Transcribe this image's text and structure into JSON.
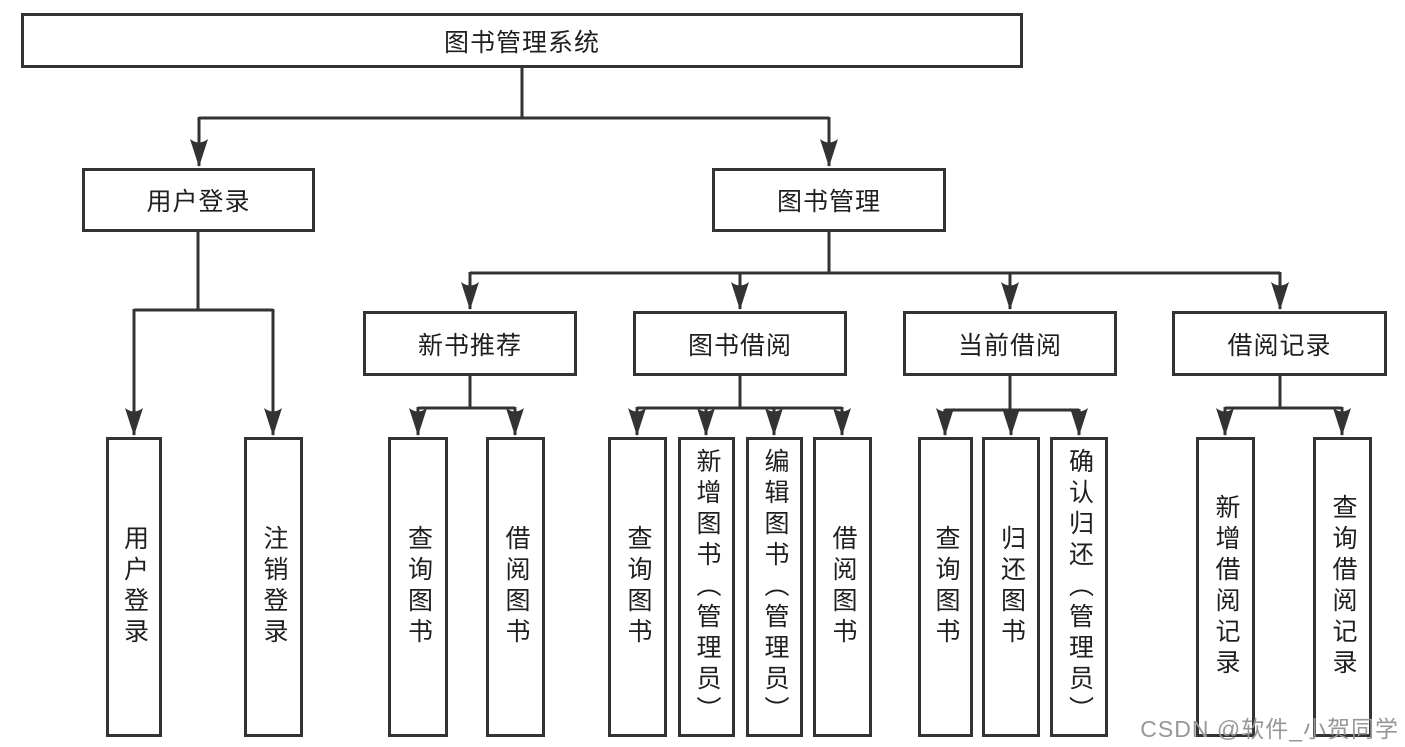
{
  "diagram": {
    "root": {
      "label": "图书管理系统"
    },
    "branches": [
      {
        "label": "用户登录",
        "children": [
          {
            "label": "用户登录"
          },
          {
            "label": "注销登录"
          }
        ]
      },
      {
        "label": "图书管理",
        "children": [
          {
            "label": "新书推荐",
            "children": [
              {
                "label": "查询图书"
              },
              {
                "label": "借阅图书"
              }
            ]
          },
          {
            "label": "图书借阅",
            "children": [
              {
                "label": "查询图书"
              },
              {
                "label": "新增图书（管理员）"
              },
              {
                "label": "编辑图书（管理员）"
              },
              {
                "label": "借阅图书"
              }
            ]
          },
          {
            "label": "当前借阅",
            "children": [
              {
                "label": "查询图书"
              },
              {
                "label": "归还图书"
              },
              {
                "label": "确认归还（管理员）"
              }
            ]
          },
          {
            "label": "借阅记录",
            "children": [
              {
                "label": "新增借阅记录"
              },
              {
                "label": "查询借阅记录"
              }
            ]
          }
        ]
      }
    ]
  },
  "watermark": {
    "text": "CSDN @软件_小贺同学"
  },
  "colors": {
    "line": "#333333",
    "text": "#1f1f1f",
    "watermark": "#979797"
  }
}
